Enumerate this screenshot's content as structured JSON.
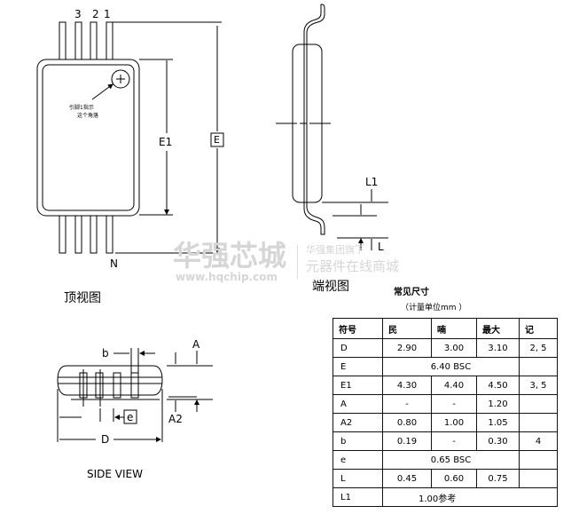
{
  "top_view": {
    "pin_labels": [
      "3",
      "2",
      "1"
    ],
    "pin_n": "N",
    "pin1_note": [
      "引脚1指示",
      "这个角落"
    ],
    "dim_e1": "E1",
    "dim_e": "E",
    "caption": "顶视图"
  },
  "end_view": {
    "dim_l1": "L1",
    "dim_l": "L",
    "caption": "端视图"
  },
  "side_view": {
    "dim_b": "b",
    "dim_a": "A",
    "dim_a2": "A2",
    "dim_e": "e",
    "dim_d": "D",
    "caption": "SIDE VIEW"
  },
  "watermark": {
    "brand": "华强芯城",
    "url": "www.hqchip.com",
    "line1": "华强集团旗下",
    "line2": "元器件在线商城"
  },
  "table": {
    "title": "常见尺寸",
    "subtitle": "（计量单位mm ）",
    "headers": [
      "符号",
      "民",
      "喃",
      "最大",
      "记"
    ],
    "rows": [
      {
        "sym": "D",
        "min": "2.90",
        "nom": "3.00",
        "max": "3.10",
        "note": "2, 5"
      },
      {
        "sym": "E",
        "span": "6.40 BSC",
        "note": ""
      },
      {
        "sym": "E1",
        "min": "4.30",
        "nom": "4.40",
        "max": "4.50",
        "note": "3, 5"
      },
      {
        "sym": "A",
        "min": "-",
        "nom": "-",
        "max": "1.20",
        "note": ""
      },
      {
        "sym": "A2",
        "min": "0.80",
        "nom": "1.00",
        "max": "1.05",
        "note": ""
      },
      {
        "sym": "b",
        "min": "0.19",
        "nom": "-",
        "max": "0.30",
        "note": "4"
      },
      {
        "sym": "e",
        "span": "0.65 BSC",
        "note": ""
      },
      {
        "sym": "L",
        "min": "0.45",
        "nom": "0.60",
        "max": "0.75",
        "note": ""
      },
      {
        "sym": "L1",
        "span4": "1.00参考"
      }
    ]
  }
}
